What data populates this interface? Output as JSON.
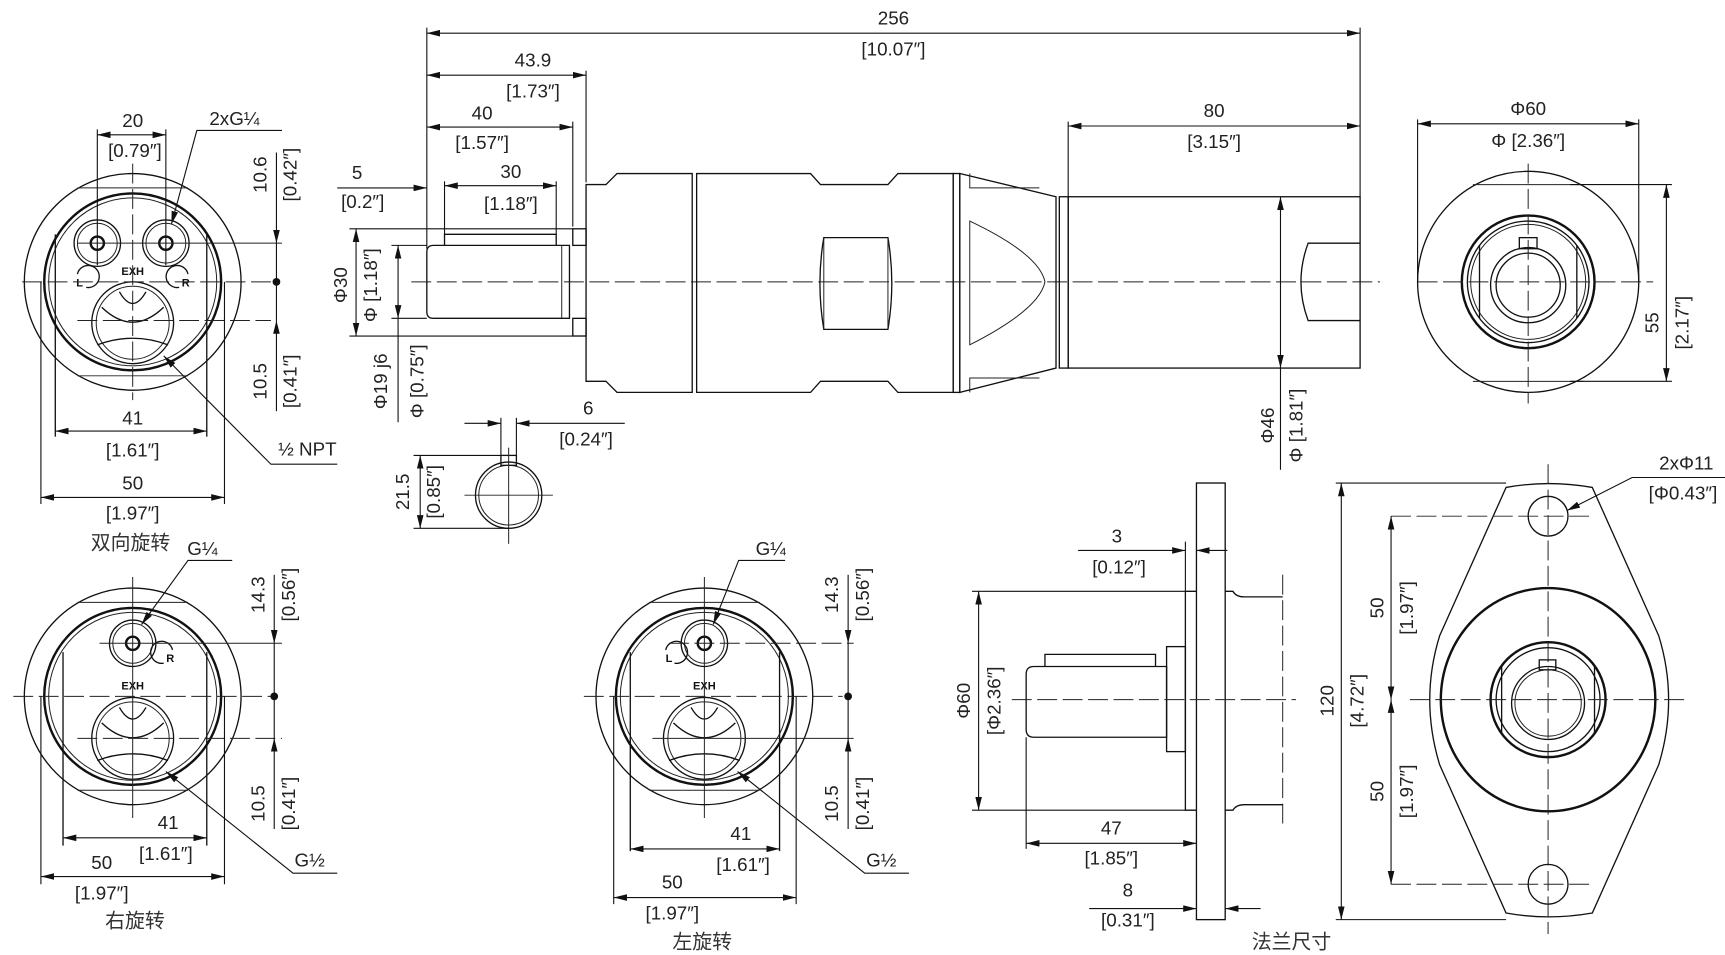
{
  "side_view": {
    "overall_length": "256",
    "overall_length_in": "[10.07″]",
    "len_43_9": "43.9",
    "len_43_9_in": "[1.73″]",
    "len_40": "40",
    "len_40_in": "[1.57″]",
    "len_5": "5",
    "len_5_in": "[0.2″]",
    "key_len": "30",
    "key_len_in": "[1.18″]",
    "len_80": "80",
    "len_80_in": "[3.15″]",
    "dia_30": "Φ30",
    "dia_30_in": "Φ [1.18″]",
    "dia_19": "Φ19 j6",
    "dia_19_in": "Φ [0.75″]",
    "dia_46": "Φ46",
    "dia_46_in": "Φ [1.81″]"
  },
  "key_section": {
    "key_width": "6",
    "key_width_in": "[0.24″]",
    "key_height": "21.5",
    "key_height_in": "[0.85″]"
  },
  "end_view": {
    "dia_60": "Φ60",
    "dia_60_in": "Φ [2.36″]",
    "flat_55": "55",
    "flat_55_in": "[2.17″]"
  },
  "bidirectional_view": {
    "caption": "双向旋转",
    "port_spacing": "20",
    "port_spacing_in": "[0.79″]",
    "port_label": "2xG¼",
    "upper_offset": "10.6",
    "upper_offset_in": "[0.42″]",
    "lower_offset": "10.5",
    "lower_offset_in": "[0.41″]",
    "flat_width": "41",
    "flat_width_in": "[1.61″]",
    "width": "50",
    "width_in": "[1.97″]",
    "exhaust_label": "½ NPT",
    "exh": "EXH",
    "left_mark": "L",
    "right_mark": "R"
  },
  "right_view": {
    "caption": "右旋转",
    "port_label": "G¼",
    "upper_offset": "14.3",
    "upper_offset_in": "[0.56″]",
    "lower_offset": "10.5",
    "lower_offset_in": "[0.41″]",
    "flat_width": "41",
    "flat_width_in": "[1.61″]",
    "width": "50",
    "width_in": "[1.97″]",
    "exhaust_label": "G½",
    "exh": "EXH",
    "mark": "R"
  },
  "left_view": {
    "caption": "左旋转",
    "port_label": "G¼",
    "upper_offset": "14.3",
    "upper_offset_in": "[0.56″]",
    "lower_offset": "10.5",
    "lower_offset_in": "[0.41″]",
    "flat_width": "41",
    "flat_width_in": "[1.61″]",
    "width": "50",
    "width_in": "[1.97″]",
    "exhaust_label": "G½",
    "exh": "EXH",
    "mark": "L"
  },
  "flange": {
    "caption": "法兰尺寸",
    "spigot": "3",
    "spigot_in": "[0.12″]",
    "length_47": "47",
    "length_47_in": "[1.85″]",
    "thickness": "8",
    "thickness_in": "[0.31″]",
    "dia_60": "Φ60",
    "dia_60_in": "[Φ2.36″]",
    "height": "120",
    "height_in": "[4.72″]",
    "hole_pitch_top": "50",
    "hole_pitch_top_in": "[1.97″]",
    "hole_pitch_bottom": "50",
    "hole_pitch_bottom_in": "[1.97″]",
    "holes": "2xΦ11",
    "holes_in": "[Φ0.43″]"
  }
}
